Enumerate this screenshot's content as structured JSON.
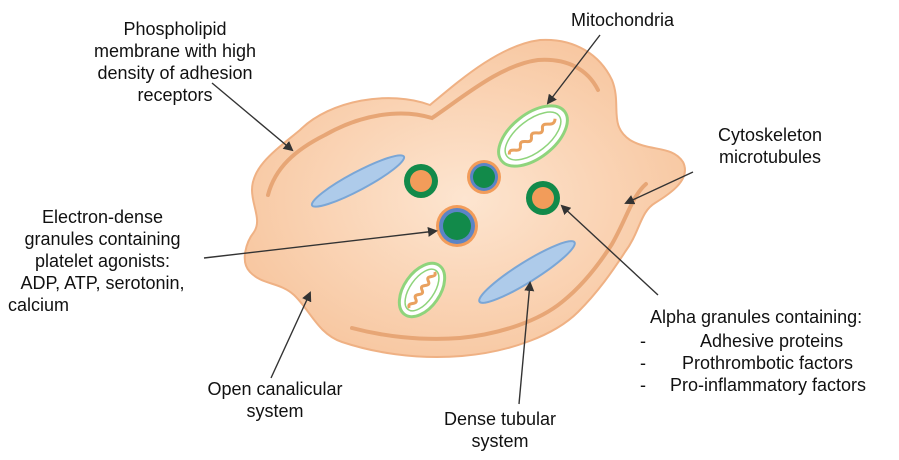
{
  "colors": {
    "cell_fill": "#f7c49c",
    "cell_center": "#fde5d0",
    "cell_stroke": "#efb184",
    "membrane_line": "#e7a676",
    "tubule_fill": "#aecbea",
    "tubule_stroke": "#7aa6d6",
    "mito_outer": "#8fd47c",
    "mito_cristae": "#e9a15f",
    "granule_dark": "#128a4a",
    "granule_orange": "#f29c5a",
    "granule_ring_blue": "#5b84c6",
    "arrow": "#333333"
  },
  "labels": {
    "membrane": [
      "Phospholipid",
      "membrane with high",
      "density of adhesion",
      "receptors"
    ],
    "mitochondria": [
      "Mitochondria"
    ],
    "cytoskeleton": [
      "Cytoskeleton",
      "microtubules"
    ],
    "dense_granules": [
      "Electron-dense",
      "granules containing",
      "platelet agonists:",
      "ADP, ATP, serotonin,",
      "calcium"
    ],
    "alpha_title": "Alpha granules containing:",
    "alpha_items": [
      {
        "dash": "-",
        "text": "Adhesive proteins"
      },
      {
        "dash": "-",
        "text": "Prothrombotic factors"
      },
      {
        "dash": "-",
        "text": "Pro-inflammatory factors"
      }
    ],
    "open_canalicular": [
      "Open canalicular",
      "system"
    ],
    "dense_tubular": [
      "Dense tubular",
      "system"
    ]
  }
}
